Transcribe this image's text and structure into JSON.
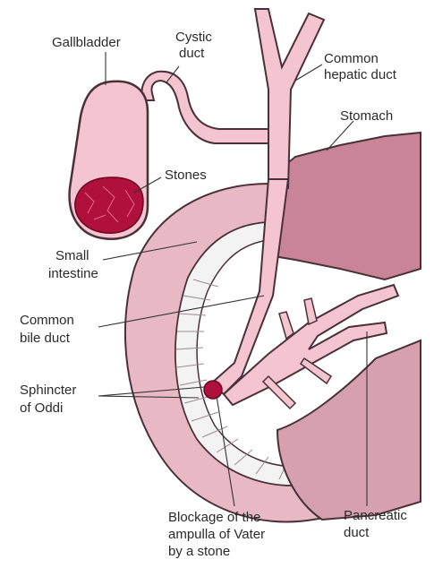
{
  "labels": {
    "gallbladder": "Gallbladder",
    "cystic_duct": [
      "Cystic",
      "duct"
    ],
    "common_hepatic_duct": [
      "Common",
      "hepatic duct"
    ],
    "stomach": "Stomach",
    "stones": "Stones",
    "small_intestine": [
      "Small",
      "intestine"
    ],
    "common_bile_duct": [
      "Common",
      "bile duct"
    ],
    "sphincter_of_oddi": [
      "Sphincter",
      "of Oddi"
    ],
    "blockage": [
      "Blockage of the",
      "ampulla of Vater",
      "by a stone"
    ],
    "pancreatic_duct": [
      "Pancreatic",
      "duct"
    ]
  },
  "colors": {
    "duct_pink": "#f4c4d0",
    "stomach_mauve": "#c98597",
    "stone_red": "#b0103c",
    "outline": "#4a3038"
  }
}
